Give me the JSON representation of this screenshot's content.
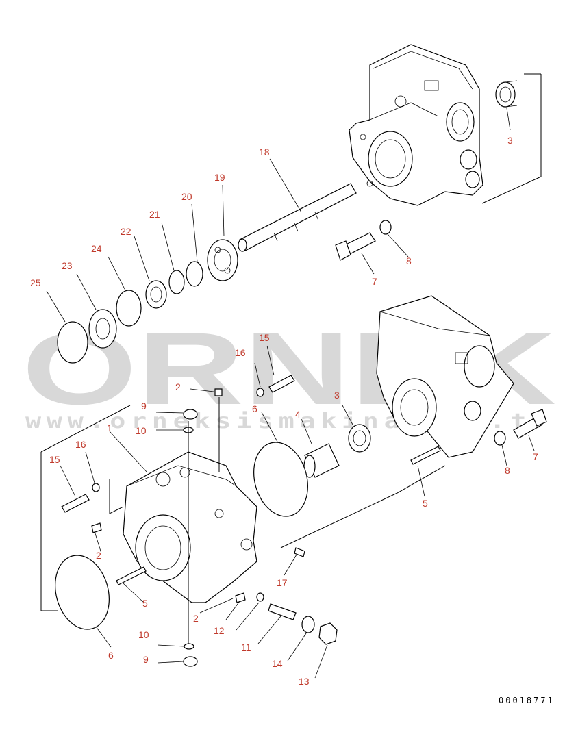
{
  "watermark": {
    "brand": "ORNEK",
    "url": "www.orneksismakina.com.tr"
  },
  "drawing_code": "00018771",
  "callouts": [
    {
      "id": "c1",
      "text": "1"
    },
    {
      "id": "c2a",
      "text": "2"
    },
    {
      "id": "c2b",
      "text": "2"
    },
    {
      "id": "c2c",
      "text": "2"
    },
    {
      "id": "c3a",
      "text": "3"
    },
    {
      "id": "c3b",
      "text": "3"
    },
    {
      "id": "c4",
      "text": "4"
    },
    {
      "id": "c5a",
      "text": "5"
    },
    {
      "id": "c5b",
      "text": "5"
    },
    {
      "id": "c6a",
      "text": "6"
    },
    {
      "id": "c6b",
      "text": "6"
    },
    {
      "id": "c7a",
      "text": "7"
    },
    {
      "id": "c7b",
      "text": "7"
    },
    {
      "id": "c8a",
      "text": "8"
    },
    {
      "id": "c8b",
      "text": "8"
    },
    {
      "id": "c9a",
      "text": "9"
    },
    {
      "id": "c9b",
      "text": "9"
    },
    {
      "id": "c10a",
      "text": "10"
    },
    {
      "id": "c10b",
      "text": "10"
    },
    {
      "id": "c11",
      "text": "11"
    },
    {
      "id": "c12",
      "text": "12"
    },
    {
      "id": "c13",
      "text": "13"
    },
    {
      "id": "c14",
      "text": "14"
    },
    {
      "id": "c15a",
      "text": "15"
    },
    {
      "id": "c15b",
      "text": "15"
    },
    {
      "id": "c16a",
      "text": "16"
    },
    {
      "id": "c16b",
      "text": "16"
    },
    {
      "id": "c17",
      "text": "17"
    },
    {
      "id": "c18",
      "text": "18"
    },
    {
      "id": "c19",
      "text": "19"
    },
    {
      "id": "c20",
      "text": "20"
    },
    {
      "id": "c21",
      "text": "21"
    },
    {
      "id": "c22",
      "text": "22"
    },
    {
      "id": "c23",
      "text": "23"
    },
    {
      "id": "c24",
      "text": "24"
    },
    {
      "id": "c25",
      "text": "25"
    }
  ]
}
